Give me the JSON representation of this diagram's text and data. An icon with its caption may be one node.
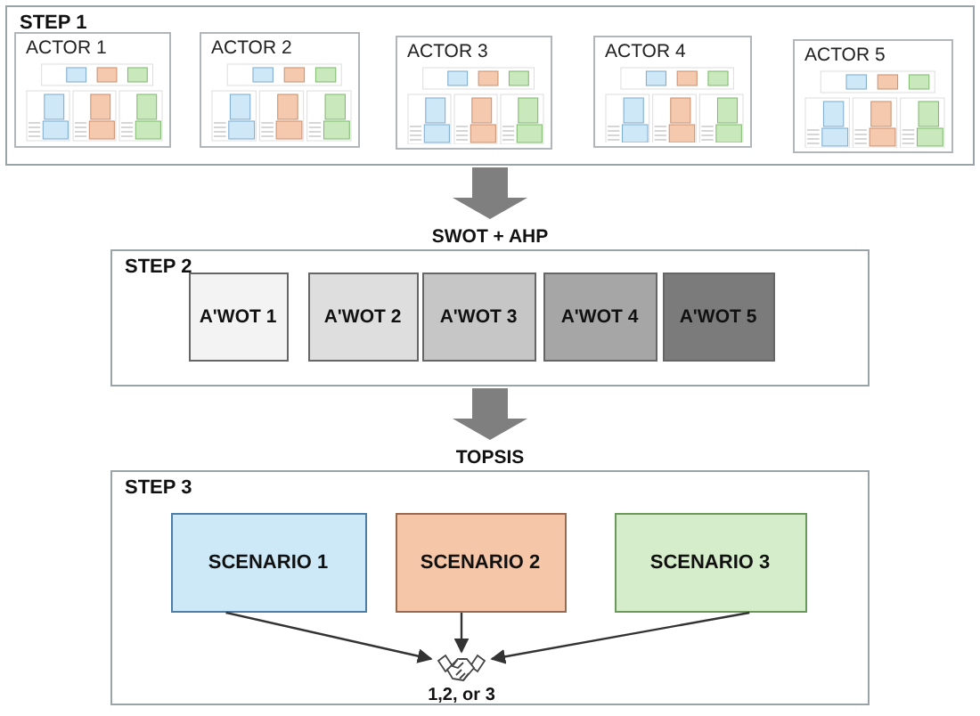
{
  "diagram": {
    "nodes": [
      {
        "text": [
          "STEP 1"
        ]
      },
      {
        "text": [
          "ACTOR 1"
        ],
        "in": 0
      },
      {
        "text": [
          "ACTOR 2"
        ],
        "in": 0
      },
      {
        "text": [
          "ACTOR 3"
        ],
        "in": 0
      },
      {
        "text": [
          "ACTOR 4"
        ],
        "in": 0
      },
      {
        "text": [
          "ACTOR 5"
        ],
        "in": 0
      },
      {
        "text": [
          "STEP 2"
        ]
      },
      {
        "text": [
          "A'WOT 1"
        ],
        "in": 6
      },
      {
        "text": [
          "A'WOT 2"
        ],
        "in": 6
      },
      {
        "text": [
          "A'WOT 3"
        ],
        "in": 6
      },
      {
        "text": [
          "A'WOT 4"
        ],
        "in": 6
      },
      {
        "text": [
          "A'WOT 5"
        ],
        "in": 6
      },
      {
        "text": [
          "STEP 3"
        ]
      },
      {
        "text": [
          "SCENARIO 1"
        ],
        "in": 12
      },
      {
        "text": [
          "SCENARIO 2"
        ],
        "in": 12
      },
      {
        "text": [
          "SCENARIO 3"
        ],
        "in": 12
      },
      {
        "text": [],
        "shape": "picture",
        "in": 12,
        "beside": [
          "1,2, or 3"
        ]
      }
    ],
    "edges": [
      {
        "from": 0,
        "to": 6,
        "arrow": "to",
        "label": "SWOT + AHP",
        "style": "thick",
        "color": "#7f7f7f"
      },
      {
        "from": 6,
        "to": 12,
        "arrow": "to",
        "label": "TOPSIS",
        "style": "thick",
        "color": "#7f7f7f"
      },
      {
        "from": 13,
        "to": 16,
        "arrow": "to"
      },
      {
        "from": 14,
        "to": 16,
        "arrow": "to"
      },
      {
        "from": 15,
        "to": 16,
        "arrow": "to"
      }
    ]
  }
}
